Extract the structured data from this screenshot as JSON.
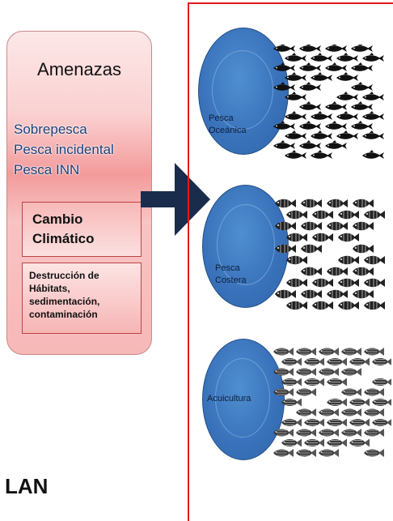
{
  "threats": {
    "title": "Amenazas",
    "items": [
      "Sobrepesca",
      "Pesca incidental",
      "Pesca INN"
    ],
    "climate": "Cambio Climático",
    "habitat": "Destrucción de Hábitats, sedimentación, contaminación"
  },
  "sectors": [
    {
      "label_line1": "Pesca",
      "label_line2": "Oceánica",
      "fish_icon": "tuna-fish-icon"
    },
    {
      "label_line1": "Pesca",
      "label_line2": "Costera",
      "fish_icon": "reef-fish-icon"
    },
    {
      "label_line1": "Acuicultura",
      "label_line2": "",
      "fish_icon": "tilapia-fish-icon"
    }
  ],
  "bottom_text": "LAN",
  "colors": {
    "ellipse": "#3a73bb",
    "arrow": "#1a2c4c",
    "panel_border": "#e21b1b",
    "threat_text": "#1d3e78"
  }
}
